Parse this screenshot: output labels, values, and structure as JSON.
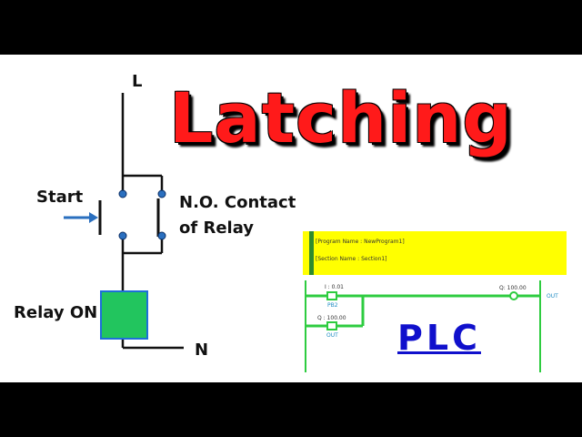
{
  "title": "Latching",
  "diagram": {
    "line_label": "L",
    "neutral_label": "N",
    "start_label": "Start",
    "contact_label_line1": "N.O. Contact",
    "contact_label_line2": "of Relay",
    "relay_label": "Relay ON"
  },
  "plc": {
    "program_name": "[Program Name : NewProgram1]",
    "section_name": "[Section Name : Section1]",
    "input_address": "I : 0.01",
    "input_label": "PB2",
    "hold_address": "Q : 100.00",
    "hold_label": "OUT",
    "output_address": "Q: 100.00",
    "output_label": "OUT",
    "big_label": "PLC"
  },
  "colors": {
    "title_red": "#ff1a1a",
    "wire_black": "#111111",
    "coil_green": "#22c55e",
    "coil_border": "#1e6fd9",
    "plc_yellow": "#ffff00",
    "plc_green": "#2ecc40",
    "plc_blue": "#1010cc"
  }
}
